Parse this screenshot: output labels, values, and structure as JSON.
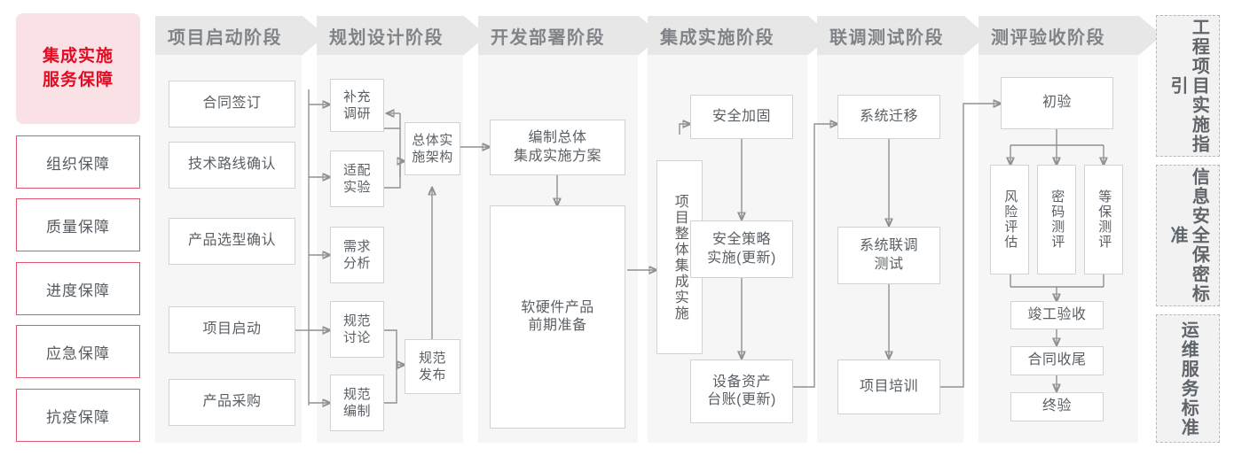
{
  "colors": {
    "accent_red": "#e60b23",
    "pink_fill": "#fae1e6",
    "red_border": "#e0566e",
    "header_gray": "#e7e7e7",
    "column_gray": "#f6f6f6",
    "node_border": "#d2d2d2",
    "text_gray": "#5a6065",
    "wire": "#8e9194"
  },
  "left_panel": {
    "title": "集成实施\n服务保障",
    "title_line1": "集成实施",
    "title_line2": "服务保障",
    "items": [
      {
        "label": "组织保障"
      },
      {
        "label": "质量保障"
      },
      {
        "label": "进度保障"
      },
      {
        "label": "应急保障"
      },
      {
        "label": "抗疫保障"
      }
    ]
  },
  "phases": [
    {
      "id": "phase-startup",
      "header": "项目启动阶段",
      "nodes": [
        {
          "id": "n-contract",
          "label": "合同签订"
        },
        {
          "id": "n-techroute",
          "label": "技术路线确认"
        },
        {
          "id": "n-product",
          "label": "产品选型确认"
        },
        {
          "id": "n-kickoff",
          "label": "项目启动"
        },
        {
          "id": "n-purchase",
          "label": "产品采购"
        }
      ]
    },
    {
      "id": "phase-planning",
      "header": "规划设计阶段",
      "nodes": [
        {
          "id": "n-survey",
          "label": "补充\n调研"
        },
        {
          "id": "n-adapt",
          "label": "适配\n实验"
        },
        {
          "id": "n-demand",
          "label": "需求\n分析"
        },
        {
          "id": "n-specdisc",
          "label": "规范\n讨论"
        },
        {
          "id": "n-specmake",
          "label": "规范\n编制"
        },
        {
          "id": "n-arch",
          "label": "总体实\n施架构"
        },
        {
          "id": "n-specpub",
          "label": "规范\n发布"
        }
      ]
    },
    {
      "id": "phase-deploy",
      "header": "开发部署阶段",
      "nodes": [
        {
          "id": "n-plan",
          "label": "编制总体\n集成实施方案"
        },
        {
          "id": "n-prepare",
          "label": "软硬件产品\n前期准备"
        }
      ]
    },
    {
      "id": "phase-integration",
      "header": "集成实施阶段",
      "nodes": [
        {
          "id": "n-overall",
          "label": "项目整体集成实施"
        },
        {
          "id": "n-harden",
          "label": "安全加固"
        },
        {
          "id": "n-policy",
          "label": "安全策略\n实施(更新)"
        },
        {
          "id": "n-asset",
          "label": "设备资产\n台账(更新)"
        }
      ]
    },
    {
      "id": "phase-jointtest",
      "header": "联调测试阶段",
      "nodes": [
        {
          "id": "n-migrate",
          "label": "系统迁移"
        },
        {
          "id": "n-jointest",
          "label": "系统联调\n测试"
        },
        {
          "id": "n-training",
          "label": "项目培训"
        }
      ]
    },
    {
      "id": "phase-acceptance",
      "header": "测评验收阶段",
      "nodes": [
        {
          "id": "n-initaccept",
          "label": "初验"
        },
        {
          "id": "n-risk",
          "label": "风险评估"
        },
        {
          "id": "n-crypto",
          "label": "密码测评"
        },
        {
          "id": "n-grade",
          "label": "等保测评"
        },
        {
          "id": "n-final",
          "label": "竣工验收"
        },
        {
          "id": "n-closeout",
          "label": "合同收尾"
        },
        {
          "id": "n-endaccept",
          "label": "终验"
        }
      ]
    }
  ],
  "standards": [
    {
      "id": "std-engineering",
      "label": "工程项目实施指引"
    },
    {
      "id": "std-security",
      "label": "信息安全保密标准"
    },
    {
      "id": "std-ops",
      "label": "运维服务标准"
    }
  ]
}
